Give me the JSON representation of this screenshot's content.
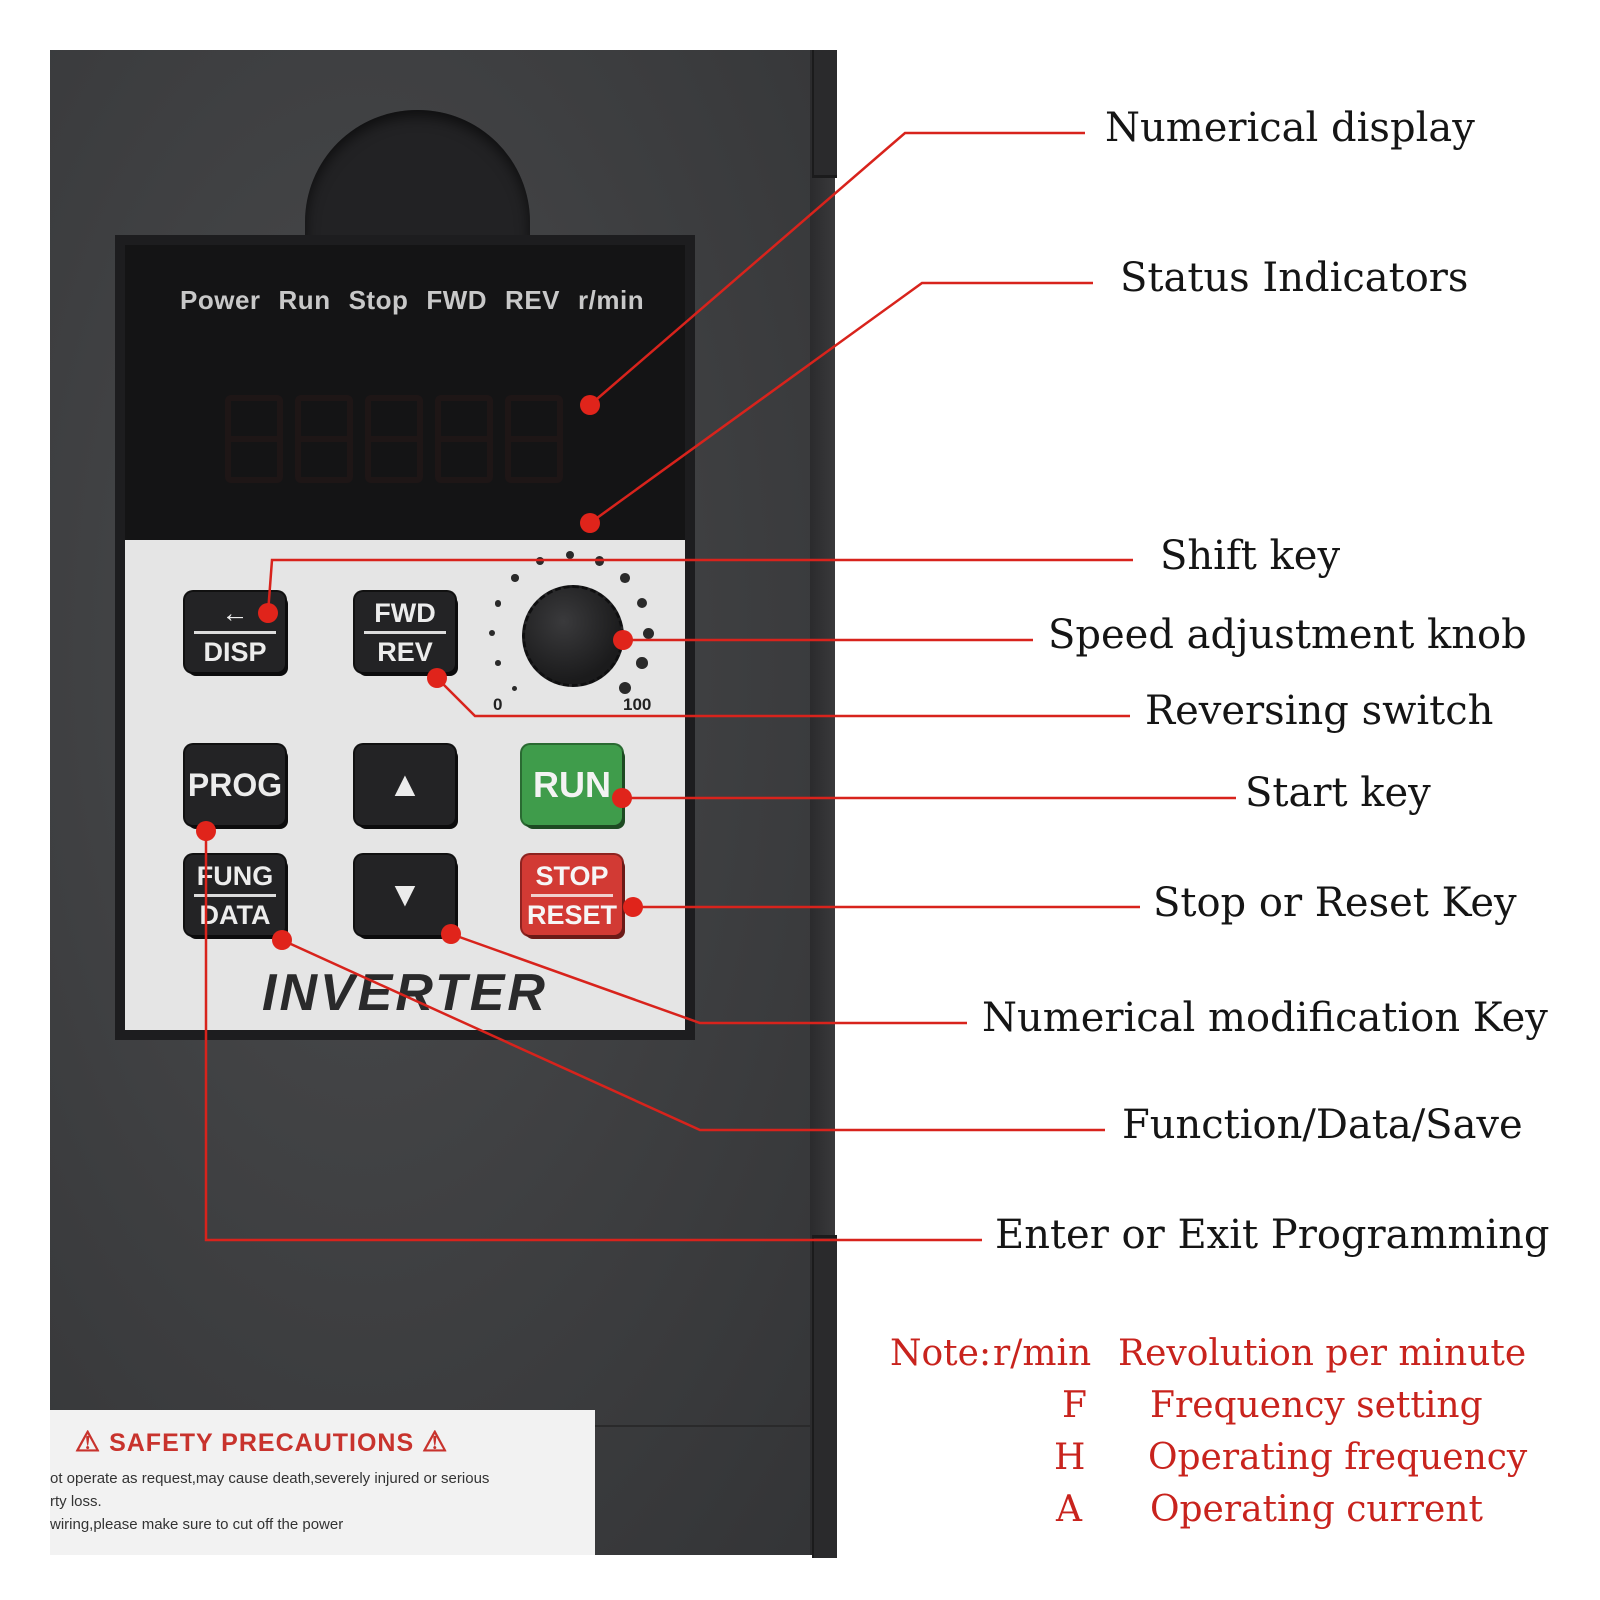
{
  "panel": {
    "status_indicators": [
      "Power",
      "Run",
      "Stop",
      "FWD",
      "REV",
      "r/min"
    ],
    "keys": {
      "disp": {
        "top": "←",
        "bottom": "DISP"
      },
      "fwd_rev": {
        "top": "FWD",
        "bottom": "REV"
      },
      "prog": "PROG",
      "up": "▲",
      "run": "RUN",
      "fung_data": {
        "top": "FUNG",
        "bottom": "DATA"
      },
      "down": "▼",
      "stop_reset": {
        "top": "STOP",
        "bottom": "RESET"
      }
    },
    "knob": {
      "min_label": "0",
      "max_label": "100"
    },
    "brand": "INVERTER"
  },
  "sticker": {
    "title": "SAFETY PRECAUTIONS",
    "lines": [
      "ot operate as request,may cause death,severely injured or serious",
      "rty loss.",
      "wiring,please make sure to cut off the power"
    ]
  },
  "callouts": {
    "numerical_display": "Numerical display",
    "status_indicators": "Status Indicators",
    "shift_key": "Shift key",
    "speed_knob": "Speed adjustment knob",
    "reversing_switch": "Reversing switch",
    "start_key": "Start key",
    "stop_reset_key": "Stop or Reset Key",
    "numerical_modification_key": "Numerical modification Key",
    "function_data_save": "Function/Data/Save",
    "enter_exit_programming": "Enter or Exit Programming"
  },
  "notes": {
    "prefix": "Note:",
    "items": [
      {
        "symbol": "r/min",
        "meaning": "Revolution per minute"
      },
      {
        "symbol": "F",
        "meaning": "Frequency setting"
      },
      {
        "symbol": "H",
        "meaning": "Operating frequency"
      },
      {
        "symbol": "A",
        "meaning": "Operating current"
      }
    ]
  },
  "colors": {
    "leader_line": "#d8231c",
    "run_key": "#3f9c4b",
    "stop_key": "#d23a34",
    "note_text": "#c8231d"
  }
}
